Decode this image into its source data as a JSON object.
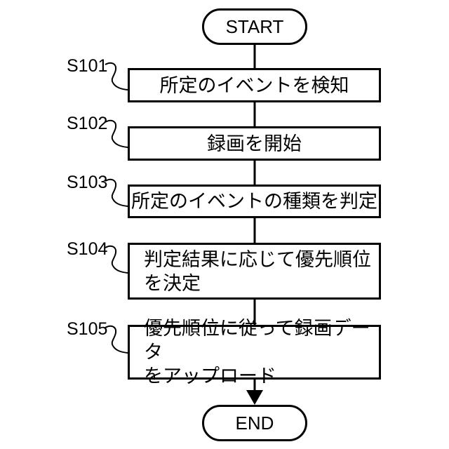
{
  "flowchart": {
    "start_label": "START",
    "end_label": "END",
    "steps": [
      {
        "id": "S101",
        "text": "所定のイベントを検知"
      },
      {
        "id": "S102",
        "text": "録画を開始"
      },
      {
        "id": "S103",
        "text": "所定のイベントの種類を判定"
      },
      {
        "id": "S104",
        "text": "判定結果に応じて優先順位\nを決定"
      },
      {
        "id": "S105",
        "text": "優先順位に従って録画データ\nをアップロード"
      }
    ],
    "colors": {
      "line": "#000000",
      "background": "#ffffff",
      "box_fill": "#ffffff"
    }
  }
}
